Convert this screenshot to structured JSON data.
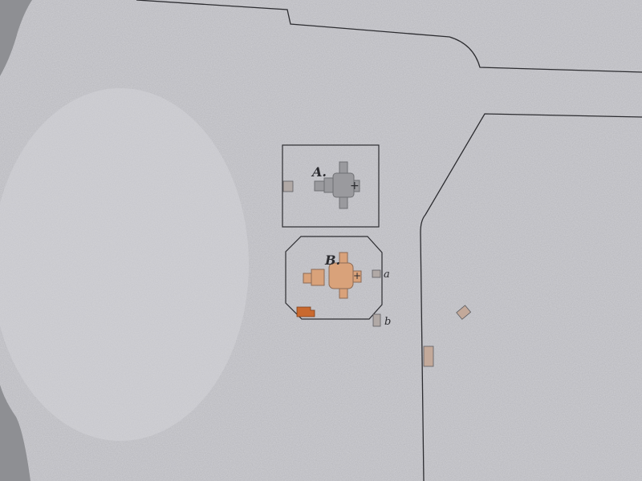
{
  "map": {
    "labels": {
      "site_a": "A.",
      "site_b": "B.",
      "marker_a": "a",
      "marker_b": "b"
    },
    "colors": {
      "paper": "#cfcfd4",
      "paper_shadow": "#bdbdc2",
      "background": "#8e8f93",
      "ink": "#2c2c30",
      "building_grey": "#9a9a9e",
      "building_grey_dark": "#6f7074",
      "building_tan": "#d9a27a",
      "building_orange": "#c9692e",
      "small_structure": "#c3a99a"
    }
  }
}
